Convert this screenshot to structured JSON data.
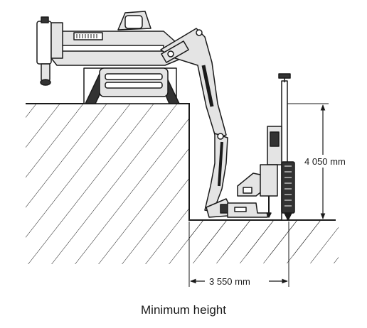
{
  "diagram": {
    "height_dimension_label": "4 050 mm",
    "reach_dimension_label": "3 550 mm",
    "caption": "Minimum height"
  },
  "colors": {
    "machine_body": "#e4e4e4",
    "outline": "#1a1a1a",
    "dark_part": "#333333",
    "ground_line": "#1a1a1a"
  }
}
